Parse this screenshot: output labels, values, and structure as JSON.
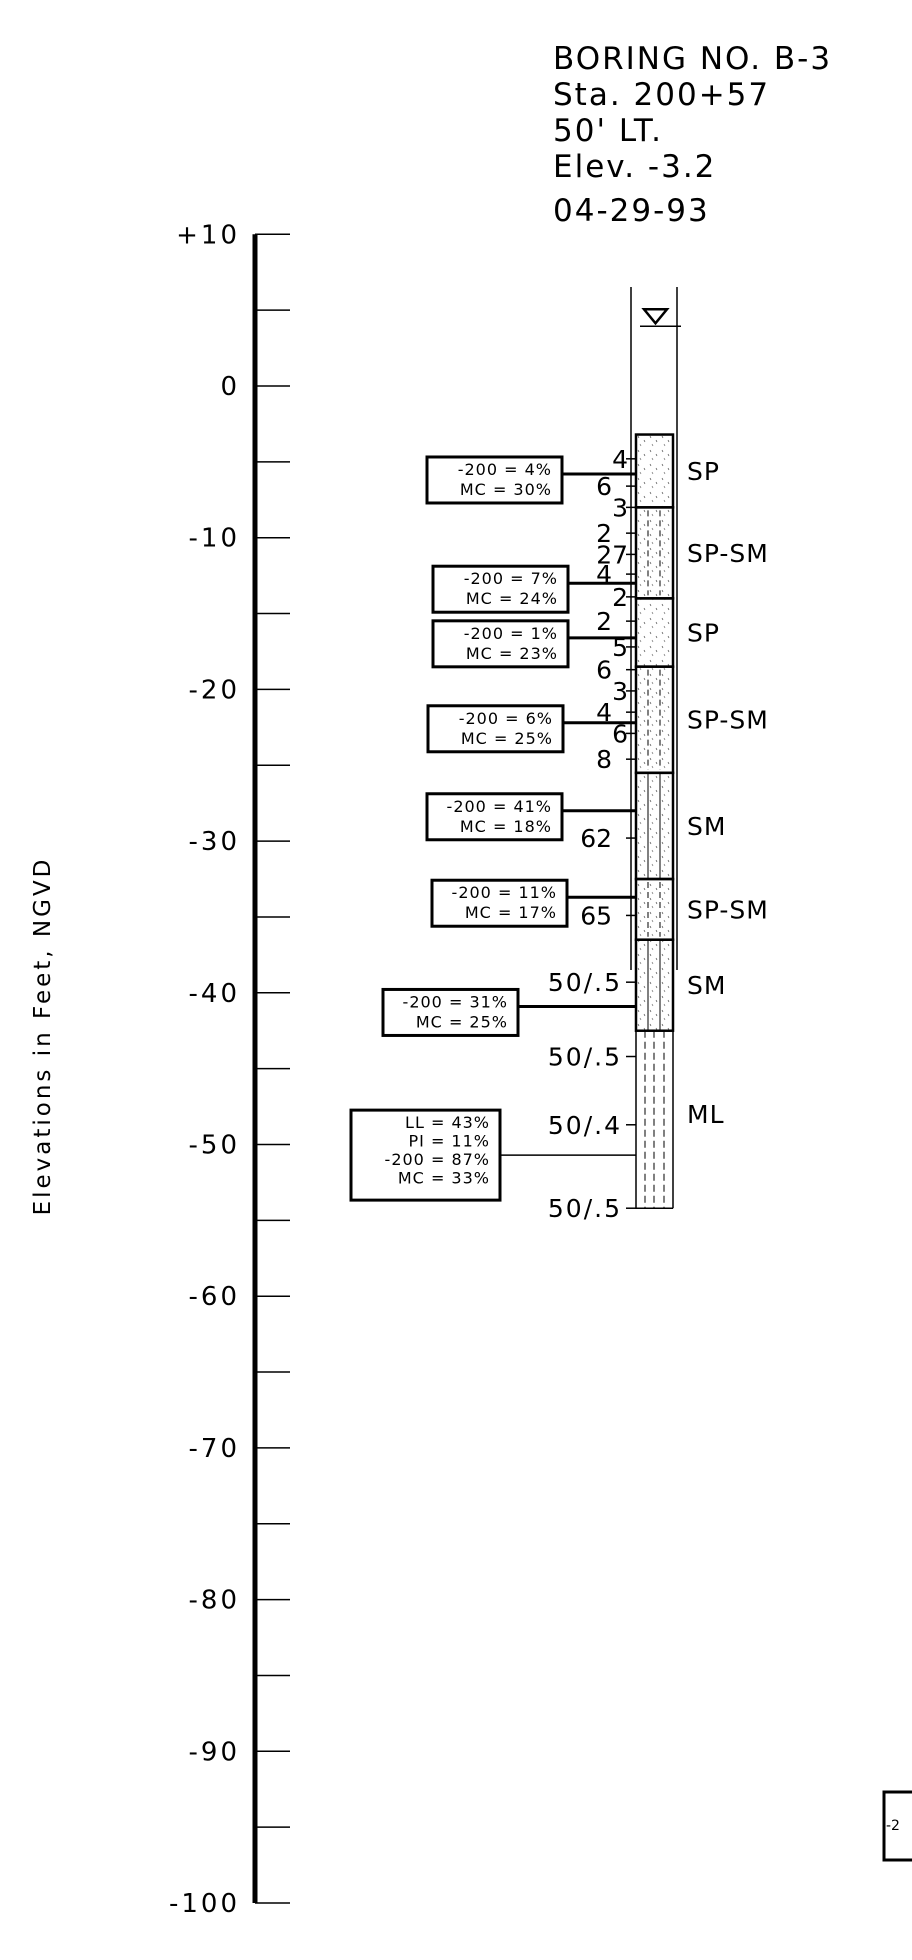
{
  "header": {
    "boring_no": "BORING NO. B-3",
    "station": "Sta. 200+57",
    "offset": "50' LT.",
    "elevation": "Elev. -3.2",
    "date": "04-29-93"
  },
  "axis": {
    "title": "Elevations in Feet, NGVD",
    "min": -100,
    "max": 10,
    "major_step": 10,
    "minor_step": 5,
    "tick_labels": [
      "+10",
      "0",
      "-10",
      "-20",
      "-30",
      "-40",
      "-50",
      "-60",
      "-70",
      "-80",
      "-90",
      "-100"
    ]
  },
  "boring": {
    "ground_elev": -3.2,
    "casing_top_elev": 6.8,
    "casing_bottom_elev": -38.5,
    "water_table_symbol": "water-table-triangle",
    "water_table_elev": 4.2,
    "layers": [
      {
        "soil": "SP",
        "top": -3.2,
        "bottom": -8.0
      },
      {
        "soil": "SP-SM",
        "top": -8.0,
        "bottom": -14.0
      },
      {
        "soil": "SP",
        "top": -14.0,
        "bottom": -18.5
      },
      {
        "soil": "SP-SM",
        "top": -18.5,
        "bottom": -25.5
      },
      {
        "soil": "SM",
        "top": -25.5,
        "bottom": -32.5
      },
      {
        "soil": "SP-SM",
        "top": -32.5,
        "bottom": -36.5
      },
      {
        "soil": "SM",
        "top": -36.5,
        "bottom": -42.5
      },
      {
        "soil": "ML",
        "top": -42.5,
        "bottom": -54.2
      }
    ],
    "blow_counts": [
      {
        "value": "4",
        "elev": -4.8
      },
      {
        "value": "6",
        "elev": -6.6
      },
      {
        "value": "3",
        "elev": -8.0
      },
      {
        "value": "2",
        "elev": -9.7
      },
      {
        "value": "27",
        "elev": -11.1
      },
      {
        "value": "4",
        "elev": -12.4
      },
      {
        "value": "2",
        "elev": -13.9
      },
      {
        "value": "2",
        "elev": -15.5
      },
      {
        "value": "5",
        "elev": -17.2
      },
      {
        "value": "6",
        "elev": -18.7
      },
      {
        "value": "3",
        "elev": -20.1
      },
      {
        "value": "4",
        "elev": -21.5
      },
      {
        "value": "6",
        "elev": -22.9
      },
      {
        "value": "8",
        "elev": -24.6
      },
      {
        "value": "62",
        "elev": -29.8
      },
      {
        "value": "65",
        "elev": -34.9
      },
      {
        "value": "50/.5",
        "elev": -39.3
      },
      {
        "value": "50/.5",
        "elev": -44.2
      },
      {
        "value": "50/.4",
        "elev": -48.7
      },
      {
        "value": "50/.5",
        "elev": -54.2
      }
    ],
    "lab_tests": [
      {
        "elev": -5.8,
        "lines": [
          "-200  =  4%",
          "MC  =  30%"
        ]
      },
      {
        "elev": -13.0,
        "lines": [
          "-200  =  7%",
          "MC  =  24%"
        ]
      },
      {
        "elev": -16.6,
        "lines": [
          "-200  =  1%",
          "MC  =  23%"
        ]
      },
      {
        "elev": -22.2,
        "lines": [
          "-200  =  6%",
          "MC  =  25%"
        ]
      },
      {
        "elev": -28.0,
        "lines": [
          "-200  =  41%",
          "MC  =  18%"
        ]
      },
      {
        "elev": -33.7,
        "lines": [
          "-200  =  11%",
          "MC  =  17%"
        ]
      },
      {
        "elev": -40.9,
        "lines": [
          "-200  =  31%",
          "MC  =  25%"
        ]
      },
      {
        "elev": -50.7,
        "lines": [
          "LL  =  43%",
          "PI  =  11%",
          "-200  =  87%",
          "MC  =  33%"
        ]
      }
    ]
  },
  "partial_box_text": "-2"
}
